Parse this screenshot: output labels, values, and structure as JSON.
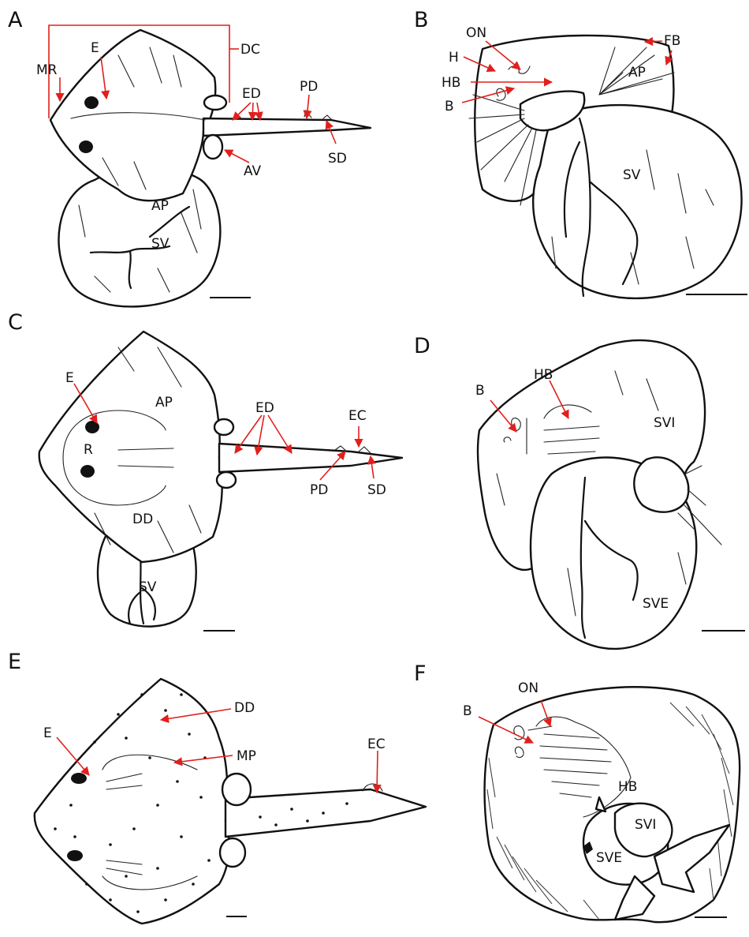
{
  "figure": {
    "panels": [
      {
        "letter": "A",
        "labels": {
          "MR": "MR",
          "E": "E",
          "DC": "DC",
          "ED": "ED",
          "PD": "PD",
          "SD": "SD",
          "AV": "AV",
          "AP": "AP",
          "SV": "SV"
        }
      },
      {
        "letter": "B",
        "labels": {
          "ON": "ON",
          "H": "H",
          "HB": "HB",
          "B": "B",
          "FB": "FB",
          "AP": "AP",
          "SV": "SV"
        }
      },
      {
        "letter": "C",
        "labels": {
          "E": "E",
          "AP": "AP",
          "ED": "ED",
          "EC": "EC",
          "R": "R",
          "PD": "PD",
          "SD": "SD",
          "DD": "DD",
          "SV": "SV"
        }
      },
      {
        "letter": "D",
        "labels": {
          "HB": "HB",
          "B": "B",
          "SVI": "SVI",
          "SVE": "SVE"
        }
      },
      {
        "letter": "E",
        "labels": {
          "DD": "DD",
          "E": "E",
          "MP": "MP",
          "EC": "EC"
        }
      },
      {
        "letter": "F",
        "labels": {
          "ON": "ON",
          "B": "B",
          "HB": "HB",
          "SVI": "SVI",
          "SVE": "SVE"
        }
      }
    ]
  },
  "colors": {
    "annotation": "#e0201c",
    "ink": "#111111",
    "background": "#ffffff"
  }
}
